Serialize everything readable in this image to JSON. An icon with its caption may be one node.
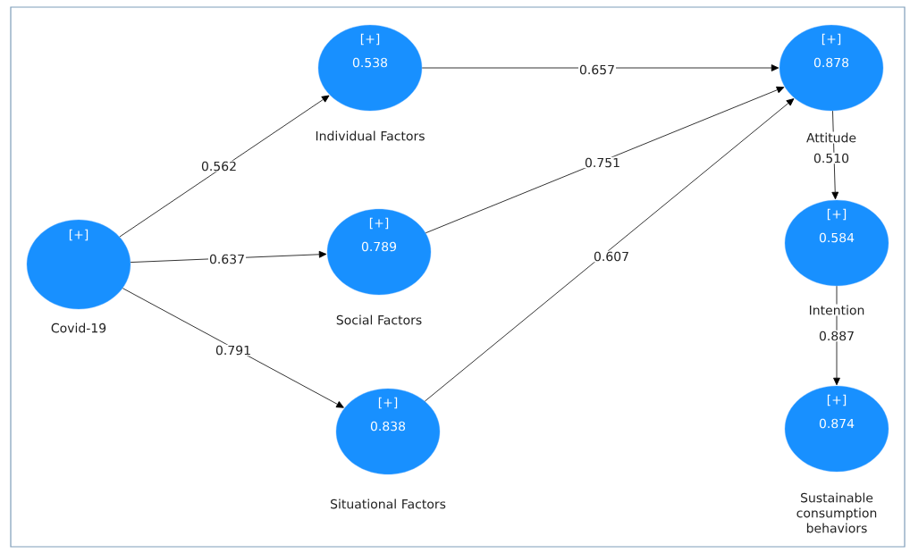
{
  "diagram": {
    "nodes": [
      {
        "text": [
          "[+]"
        ],
        "beside": [
          "Covid-19"
        ]
      },
      {
        "text": [
          "[+]",
          "0.538"
        ],
        "beside": [
          "Individual Factors"
        ]
      },
      {
        "text": [
          "[+]",
          "0.789"
        ],
        "beside": [
          "Social Factors"
        ]
      },
      {
        "text": [
          "[+]",
          "0.838"
        ],
        "beside": [
          "Situational Factors"
        ]
      },
      {
        "text": [
          "[+]",
          "0.878"
        ],
        "beside": [
          "Attitude"
        ]
      },
      {
        "text": [
          "[+]",
          "0.584"
        ],
        "beside": [
          "Intention"
        ]
      },
      {
        "text": [
          "[+]",
          "0.874"
        ],
        "beside": [
          "Sustainable consumption behaviors"
        ]
      }
    ],
    "edges": [
      {
        "from": 0,
        "to": 1,
        "arrow": "to",
        "label": "0.562"
      },
      {
        "from": 0,
        "to": 2,
        "arrow": "to",
        "label": "0.637"
      },
      {
        "from": 0,
        "to": 3,
        "arrow": "to",
        "label": "0.791"
      },
      {
        "from": 1,
        "to": 4,
        "arrow": "to",
        "label": "0.657"
      },
      {
        "from": 2,
        "to": 4,
        "arrow": "to",
        "label": "0.751"
      },
      {
        "from": 3,
        "to": 4,
        "arrow": "to",
        "label": "0.607"
      },
      {
        "from": 4,
        "to": 5,
        "arrow": "to",
        "label": "0.510"
      },
      {
        "from": 5,
        "to": 6,
        "arrow": "to",
        "label": "0.887"
      }
    ]
  }
}
